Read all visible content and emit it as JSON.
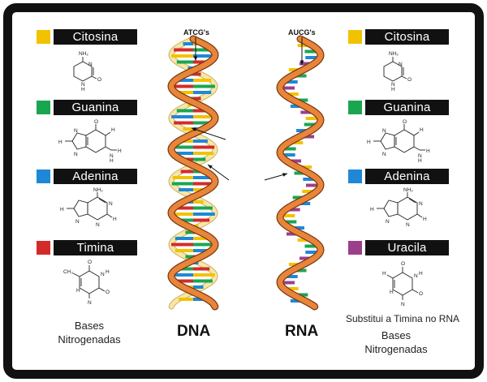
{
  "colors": {
    "frame": "#111111",
    "citosina": "#f2c200",
    "guanina": "#1aa650",
    "adenina": "#1e88d6",
    "timina": "#d42a2a",
    "uracila": "#9b3f8c",
    "backbone": "#e8853a",
    "backbone_edge": "#7a3a10",
    "backbone_inner": "#f6e7a8"
  },
  "dna_bases": [
    {
      "name": "Citosina",
      "color": "citosina",
      "icon": "cytosine-structure-icon"
    },
    {
      "name": "Guanina",
      "color": "guanina",
      "icon": "guanine-structure-icon"
    },
    {
      "name": "Adenina",
      "color": "adenina",
      "icon": "adenine-structure-icon"
    },
    {
      "name": "Timina",
      "color": "timina",
      "icon": "thymine-structure-icon"
    }
  ],
  "rna_bases": [
    {
      "name": "Citosina",
      "color": "citosina",
      "icon": "cytosine-structure-icon"
    },
    {
      "name": "Guanina",
      "color": "guanina",
      "icon": "guanine-structure-icon"
    },
    {
      "name": "Adenina",
      "color": "adenina",
      "icon": "adenine-structure-icon"
    },
    {
      "name": "Uracila",
      "color": "uracila",
      "icon": "uracil-structure-icon"
    }
  ],
  "left_caption": [
    "Bases",
    "Nitrogenadas"
  ],
  "right_note": "Substitui a Timina no RNA",
  "right_caption": [
    "Bases",
    "Nitrogenadas"
  ],
  "dna": {
    "title": "DNA",
    "pointer": "ATCG's"
  },
  "rna": {
    "title": "RNA",
    "pointer": "AUCG's"
  },
  "atoms": {
    "H": "H",
    "N": "N",
    "O": "O",
    "NH2": "NH₂",
    "CH3": "CH₃"
  }
}
